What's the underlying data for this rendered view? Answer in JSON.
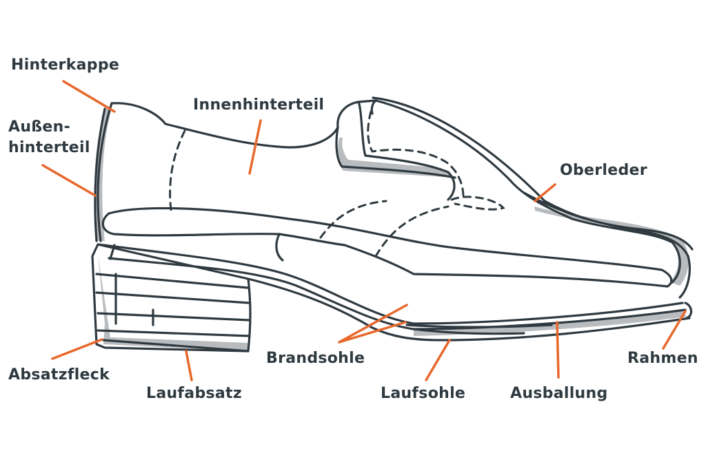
{
  "colors": {
    "outline": "#2f3a40",
    "shadow": "#b9bcbf",
    "leader": "#e8682c",
    "background": "#ffffff"
  },
  "labels": {
    "hinterkappe": "Hinterkappe",
    "aussenhinterteil_line1": "Außen-",
    "aussenhinterteil_line2": "hinterteil",
    "innenhinterteil": "Innenhinterteil",
    "oberleder": "Oberleder",
    "absatzfleck": "Absatzfleck",
    "laufabsatz": "Laufabsatz",
    "brandsohle": "Brandsohle",
    "laufsohle": "Laufsohle",
    "ausballung": "Ausballung",
    "rahmen": "Rahmen"
  }
}
